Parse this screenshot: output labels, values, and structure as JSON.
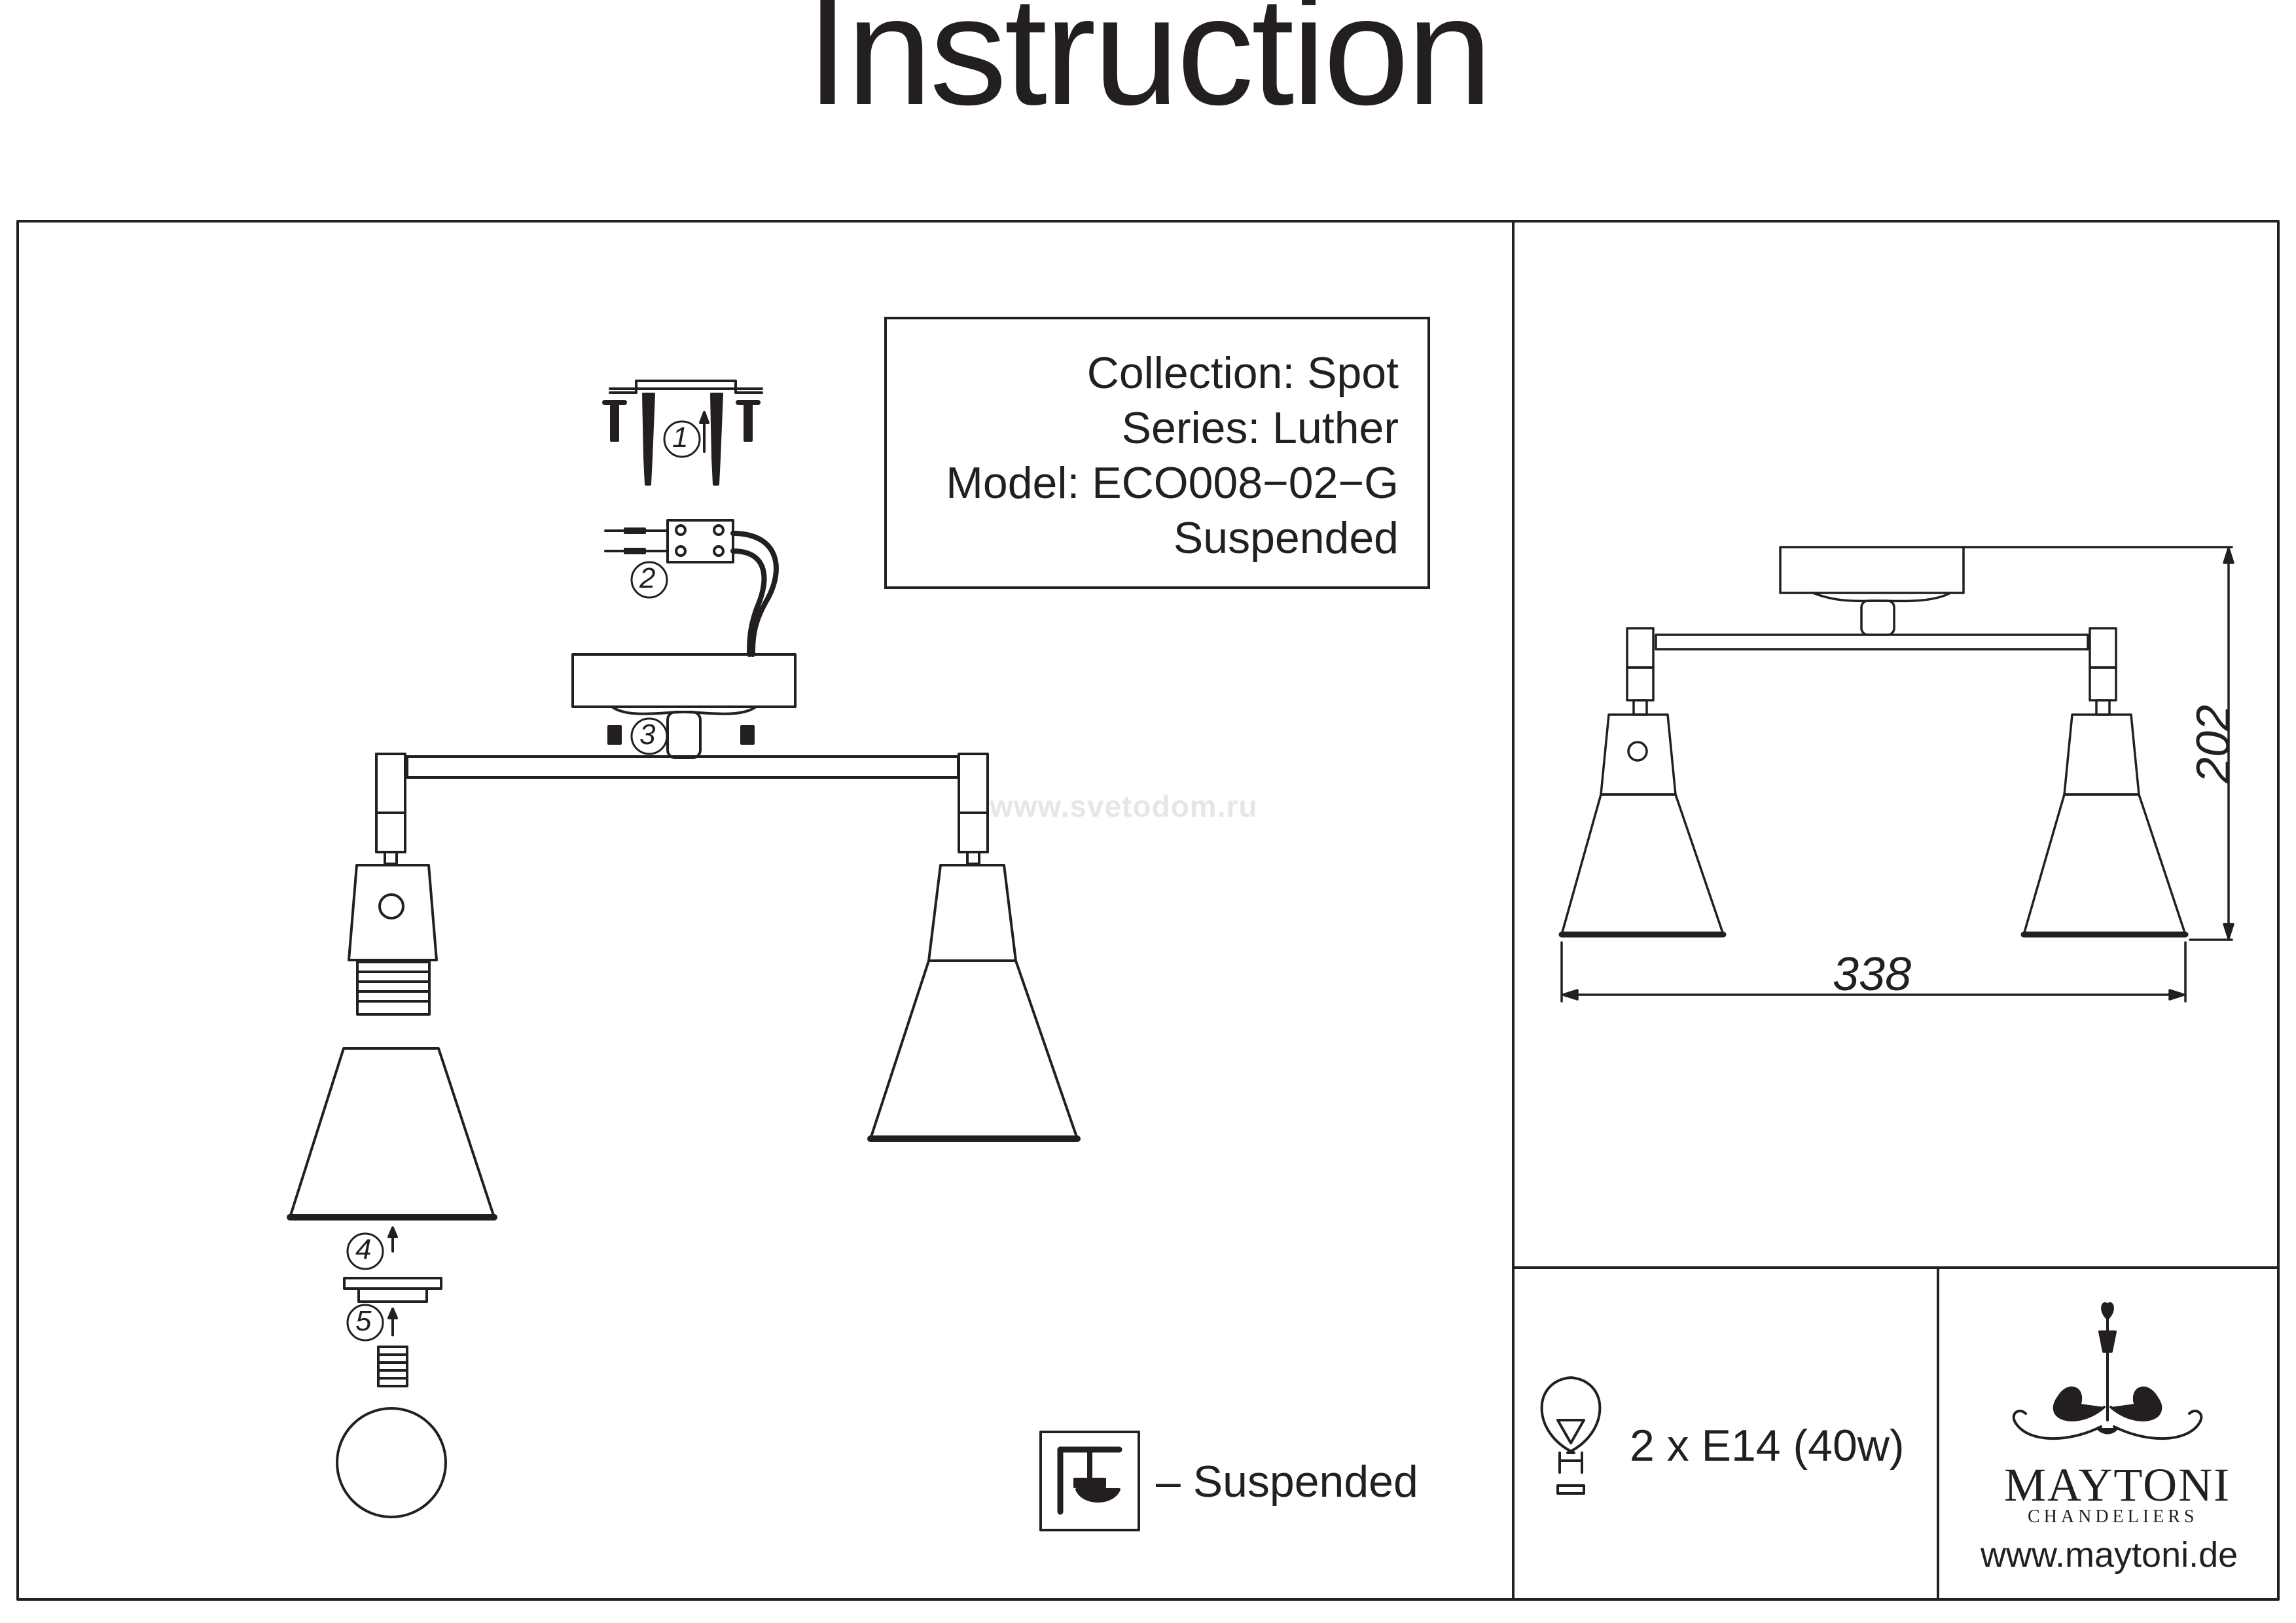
{
  "title": "Instruction",
  "info": {
    "collection": "Collection: Spot",
    "series": "Series: Luther",
    "model": "Model: ECO008−02−G",
    "mount_type": "Suspended"
  },
  "watermark": "www.svetodom.ru",
  "steps": [
    "1",
    "2",
    "3",
    "4",
    "5"
  ],
  "dimensions": {
    "height": "202",
    "width": "338"
  },
  "bulb_spec": "2 x E14 (40w)",
  "legend": {
    "suspended_label": "– Suspended",
    "icon": "suspended-mount-icon"
  },
  "brand": {
    "name": "MAYTONI",
    "tagline": "CHANDELIERS",
    "website": "www.maytoni.de"
  }
}
